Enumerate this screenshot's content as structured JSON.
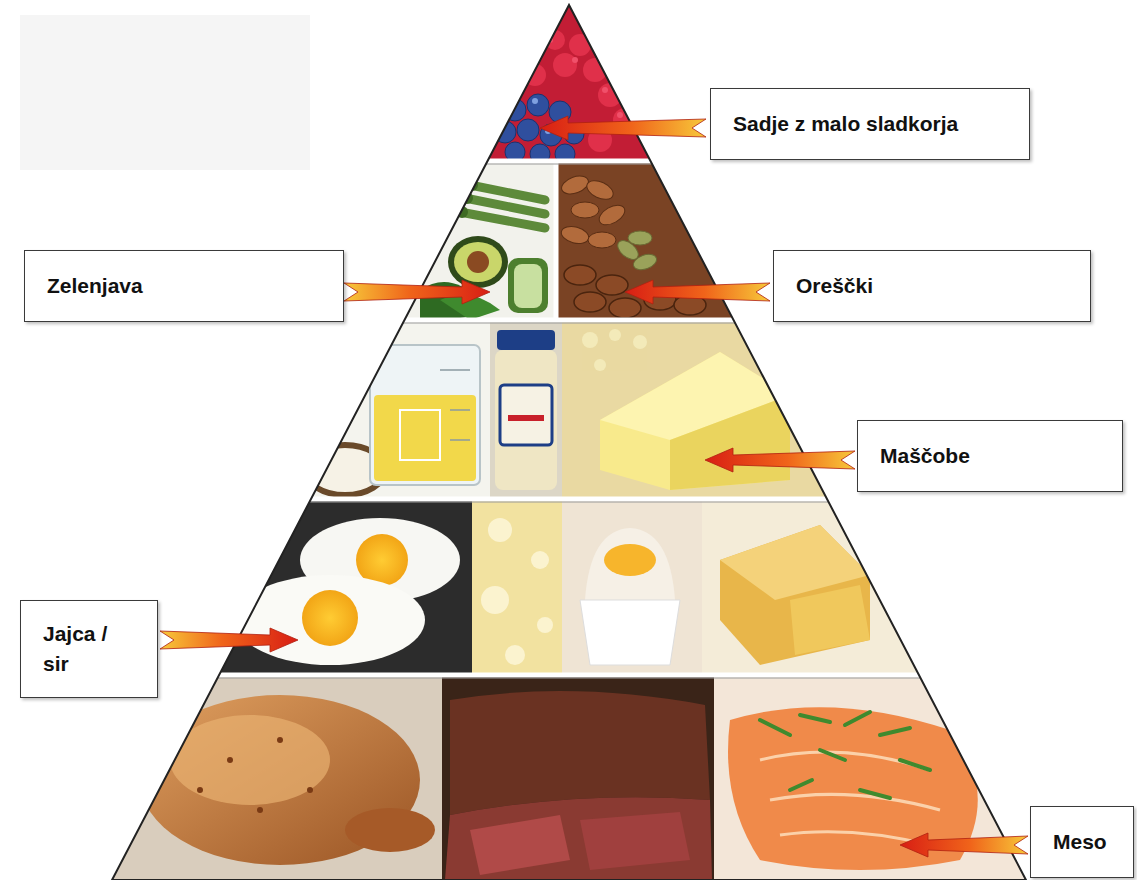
{
  "diagram": {
    "nodes": [
      {
        "text": [
          "Sadje z malo sladkorja"
        ]
      },
      {
        "text": [
          "Zelenjava"
        ]
      },
      {
        "text": [
          "Oreščki"
        ]
      },
      {
        "text": [
          "Maščobe"
        ]
      },
      {
        "text": [
          "Jajca / sir"
        ]
      },
      {
        "text": [
          "Meso"
        ]
      }
    ]
  }
}
